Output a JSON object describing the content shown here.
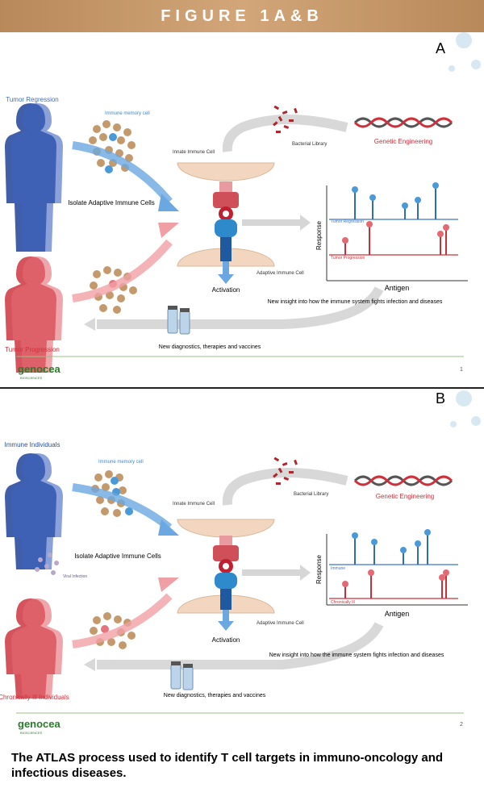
{
  "header": {
    "title": "FIGURE 1A&B"
  },
  "panels": [
    {
      "letter": "A",
      "top_label": "Tumor Regression",
      "bottom_label": "Tumor Progression",
      "memory_label": "Immune memory cell",
      "isolate_label": "Isolate Adaptive Immune Cells",
      "innate_label": "Innate Immune Cell",
      "adaptive_label": "Adaptive Immune Cell",
      "activation_label": "Activation",
      "bacterial_label": "Bacterial Library",
      "genetic_label": "Genetic Engineering",
      "response_axis": "Response",
      "antigen_axis": "Antigen",
      "series_top": "Tumor Regression",
      "series_bottom": "Tumor Progression",
      "insight_text": "New insight into how the immune system fights infection and diseases",
      "diagnostics_text": "New diagnostics, therapies and vaccines",
      "page_number": "1",
      "logo_text": "genocea",
      "logo_sub": "BIOSCIENCES",
      "viral_label": ""
    },
    {
      "letter": "B",
      "top_label": "Immune Individuals",
      "bottom_label": "Chronically Ill Individuals",
      "memory_label": "Immune memory cell",
      "isolate_label": "Isolate Adaptive Immune Cells",
      "innate_label": "Innate Immune Cell",
      "adaptive_label": "Adaptive Immune Cell",
      "activation_label": "Activation",
      "bacterial_label": "Bacterial Library",
      "genetic_label": "Genetic Engineering",
      "response_axis": "Response",
      "antigen_axis": "Antigen",
      "series_top": "Immune",
      "series_bottom": "Chronically Ill",
      "insight_text": "New insight into how the immune system fights infection and diseases",
      "diagnostics_text": "New diagnostics, therapies and vaccines",
      "page_number": "2",
      "logo_text": "genocea",
      "logo_sub": "BIOSCIENCES",
      "viral_label": "Viral Infection"
    }
  ],
  "caption": "The ATLAS process used to identify T cell targets in immuno-oncology and infectious diseases.",
  "colors": {
    "blue": "#2f6db5",
    "red": "#d0303a",
    "tan": "#c49a6c",
    "green": "#3a8a3a",
    "banner": "#c89b6d"
  }
}
